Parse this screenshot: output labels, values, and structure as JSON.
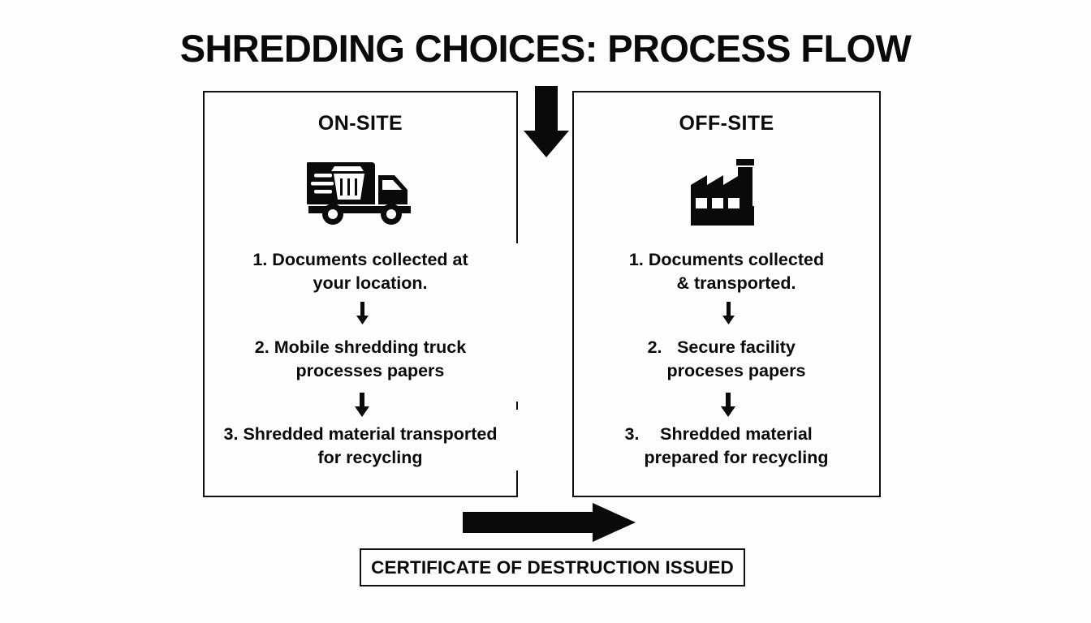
{
  "diagram": {
    "title": "SHREDDING CHOICES: PROCESS FLOW",
    "background_color": "#fdfdfd",
    "ink_color": "#0a0a0a",
    "panels": [
      {
        "id": "on-site",
        "title": "ON-SITE",
        "icon": "shredding-truck-icon",
        "steps": [
          {
            "number": "1.",
            "line1": "Documents collected at",
            "line2": "your location."
          },
          {
            "number": "2.",
            "line1": "Mobile shredding truck",
            "line2": "processes papers"
          },
          {
            "number": "3.",
            "line1": "Shredded material transported",
            "line2": "for recycling"
          }
        ]
      },
      {
        "id": "off-site",
        "title": "OFF-SITE",
        "icon": "factory-icon",
        "steps": [
          {
            "number": "1.",
            "line1": "Documents collected",
            "line2": "& transported."
          },
          {
            "number": "2.",
            "line1": "Secure facility",
            "line2": "proceses papers"
          },
          {
            "number": "3.",
            "line1": "Shredded material",
            "line2": "prepared for recycling"
          }
        ]
      }
    ],
    "connectors": {
      "top_arrow": "arrow-down-icon",
      "bottom_arrow": "arrow-right-icon",
      "step_arrow": "arrow-down-small-icon"
    },
    "outcome": {
      "label": "CERTIFICATE OF DESTRUCTION ISSUED"
    }
  }
}
